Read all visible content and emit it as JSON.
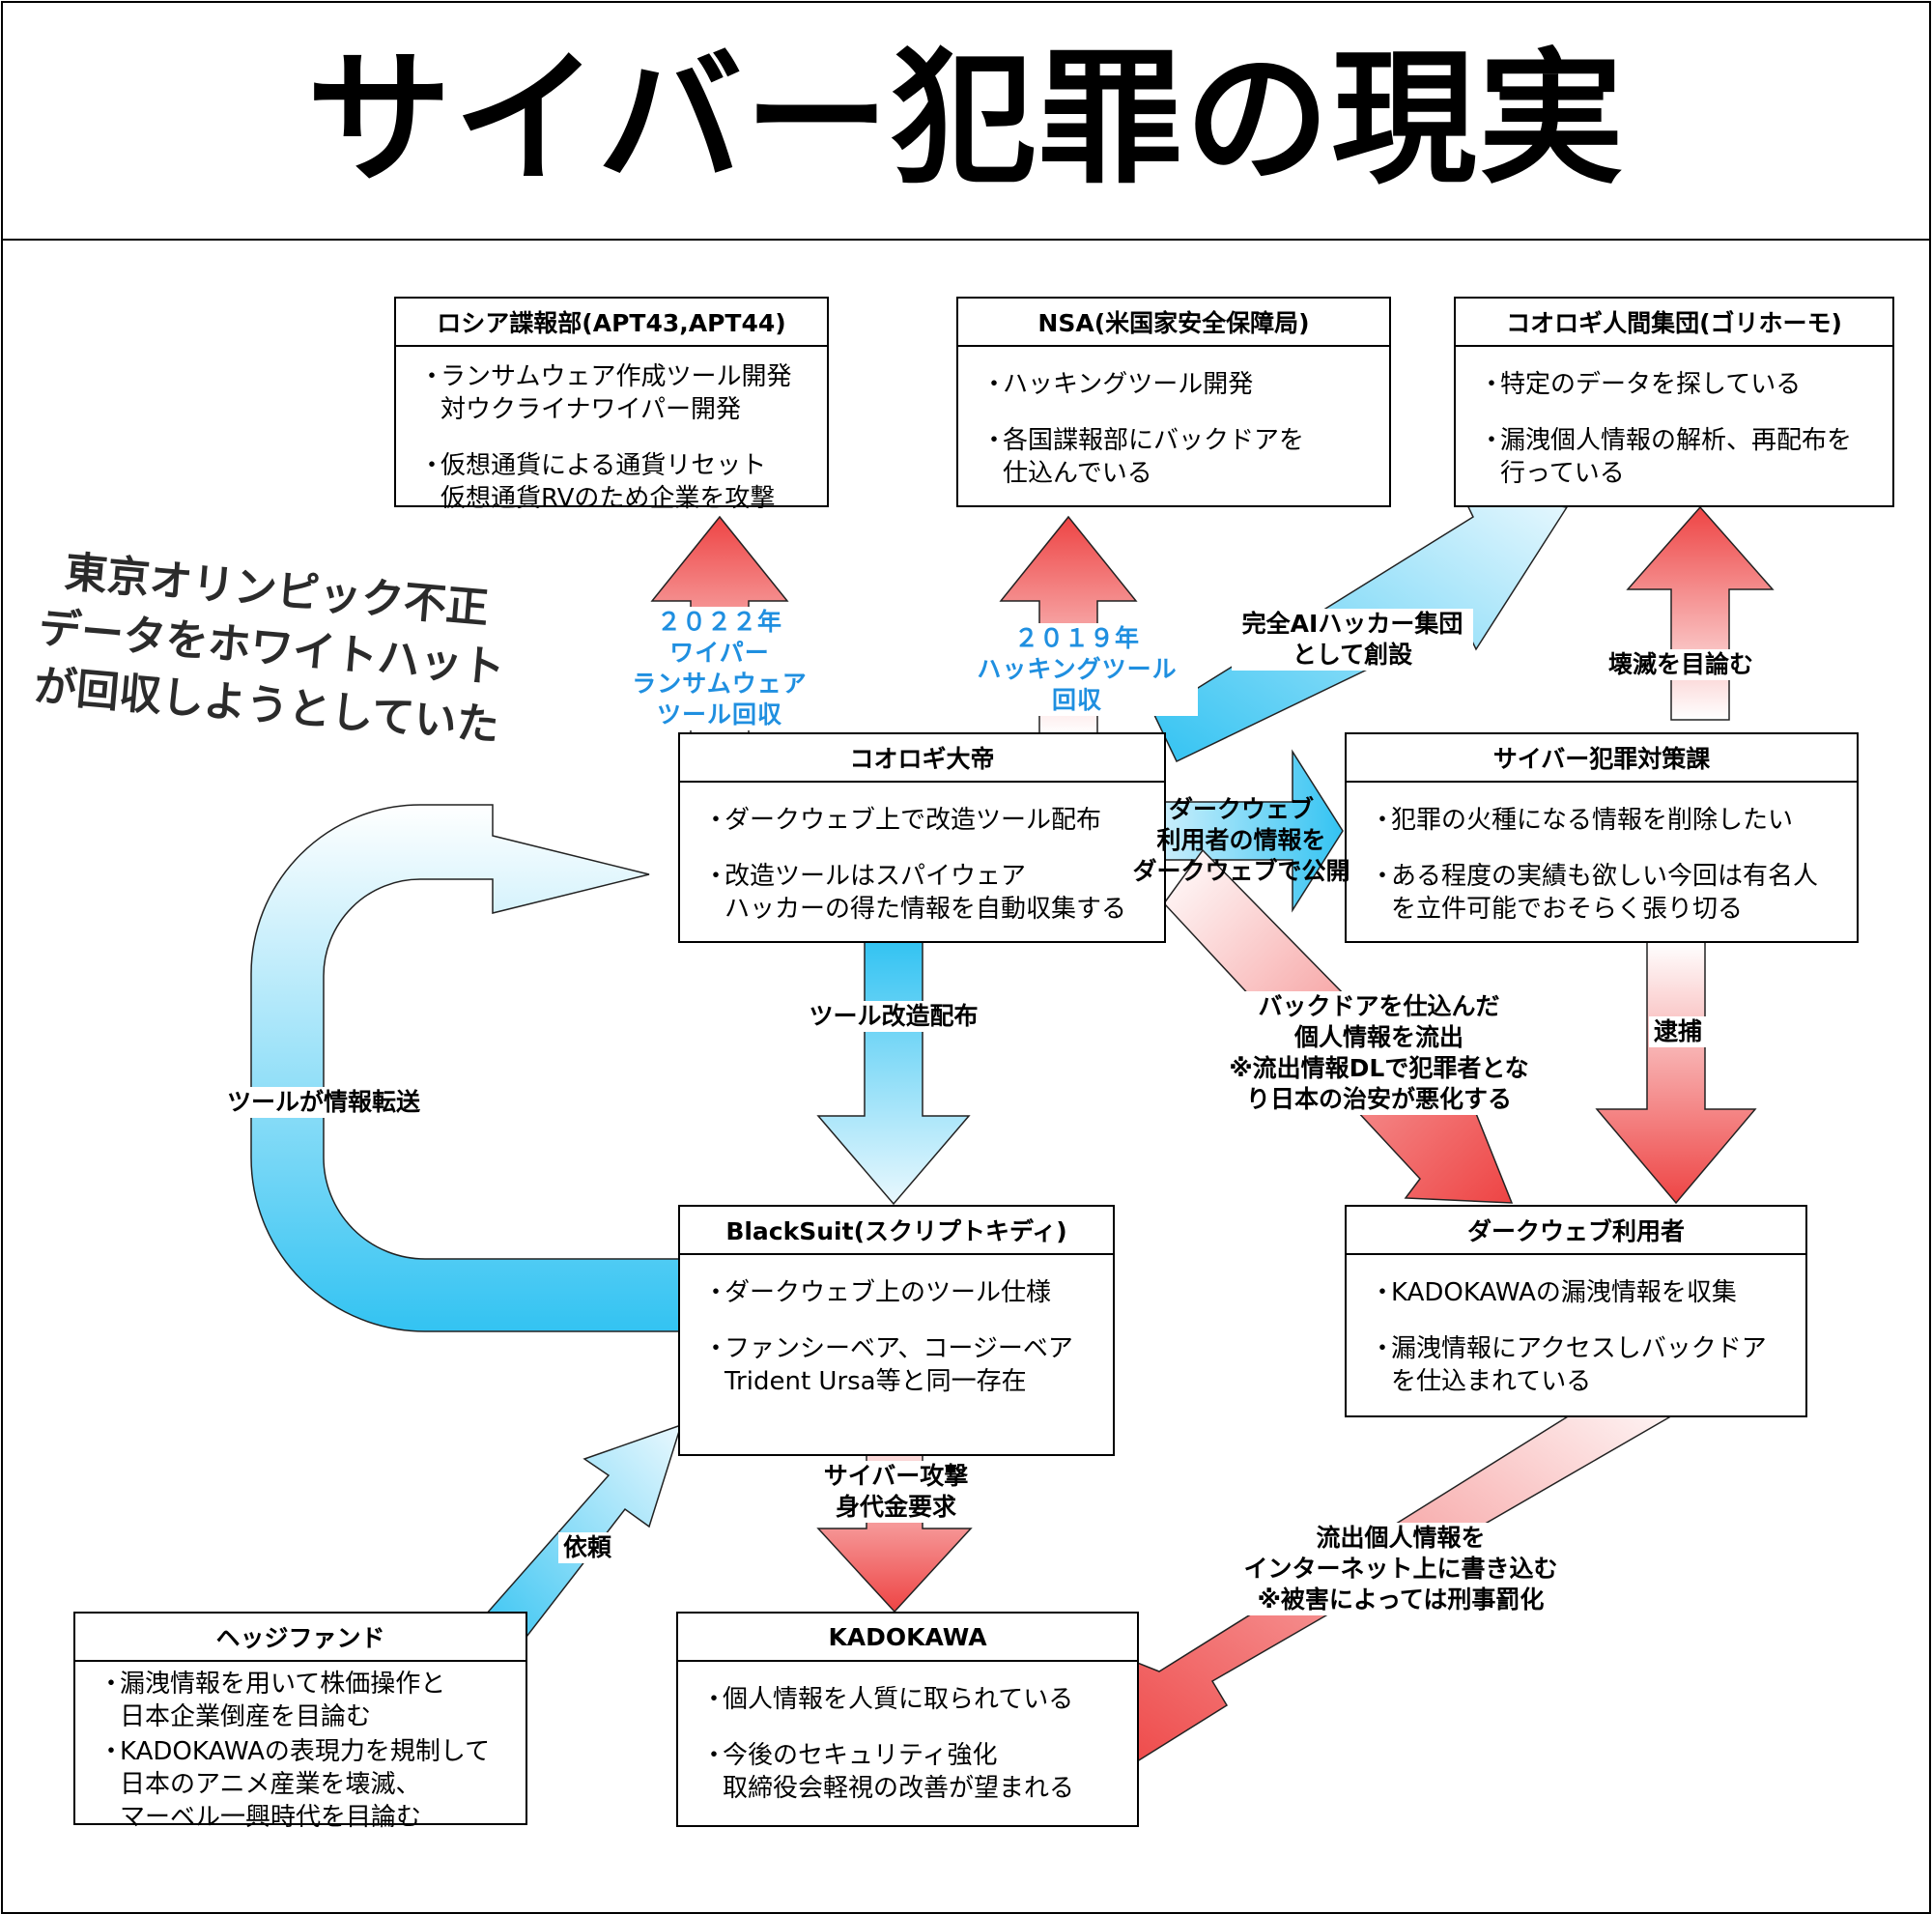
{
  "title": "サイバー犯罪の現実",
  "note": "東京オリンピック不正\nデータをホワイトハット\nが回収しようとしていた",
  "colors": {
    "red_arrow": "#ee4444",
    "blue_arrow": "#33c3f2",
    "label_blue": "#1f8fe0"
  },
  "boxes": {
    "russia": {
      "title": "ロシア諜報部(APT43,APT44)",
      "items": [
        "ランサムウェア作成ツール開発\n対ウクライナワイパー開発",
        "仮想通貨による通貨リセット\n仮想通貨RVのため企業を攻撃"
      ]
    },
    "nsa": {
      "title": "NSA(米国家安全保障局)",
      "items": [
        "ハッキングツール開発",
        "各国諜報部にバックドアを\n仕込んでいる"
      ]
    },
    "gorihomo": {
      "title": "コオロギ人間集団(ゴリホーモ)",
      "items": [
        "特定のデータを探している",
        "漏洩個人情報の解析、再配布を\n行っている"
      ]
    },
    "koorogi": {
      "title": "コオロギ大帝",
      "items": [
        "ダークウェブ上で改造ツール配布",
        "改造ツールはスパイウェア\nハッカーの得た情報を自動収集する"
      ]
    },
    "cyber_police": {
      "title": "サイバー犯罪対策課",
      "items": [
        "犯罪の火種になる情報を削除したい",
        "ある程度の実績も欲しい今回は有名人\nを立件可能でおそらく張り切る"
      ]
    },
    "blacksuit": {
      "title": "BlackSuit(スクリプトキディ)",
      "items": [
        "ダークウェブ上のツール仕様",
        "ファンシーベア、コージーベア\nTrident Ursa等と同一存在"
      ]
    },
    "darkweb_users": {
      "title": "ダークウェブ利用者",
      "items": [
        "KADOKAWAの漏洩情報を収集",
        "漏洩情報にアクセスしバックドア\nを仕込まれている"
      ]
    },
    "hedge": {
      "title": "ヘッジファンド",
      "items": [
        "漏洩情報を用いて株価操作と\n日本企業倒産を目論む",
        "KADOKAWAの表現力を規制して\n日本のアニメ産業を壊滅、\nマーベル一興時代を目論む"
      ]
    },
    "kadokawa": {
      "title": "KADOKAWA",
      "items": [
        "個人情報を人質に取られている",
        "今後のセキュリティ強化\n取締役会軽視の改善が望まれる"
      ]
    }
  },
  "labels": {
    "y2022": "２０２２年\nワイパー\nランサムウェア\nツール回収",
    "y2019": "２０１９年\nハッキングツール\n回収",
    "ai_group": "完全AIハッカー集団\nとして創設",
    "destroy": "壊滅を目論む",
    "publish": "ダークウェブ\n利用者の情報を\nダークウェブで公開",
    "tool_mod": "ツール改造配布",
    "backdoor": "バックドアを仕込んだ\n個人情報を流出\n※流出情報DLで犯罪者とな\nり日本の治安が悪化する",
    "arrest": "逮捕",
    "tool_transfer": "ツールが情報転送",
    "attack": "サイバー攻撃\n身代金要求",
    "request": "依頼",
    "leak_write": "流出個人情報を\nインターネット上に書き込む\n※被害によっては刑事罰化"
  }
}
